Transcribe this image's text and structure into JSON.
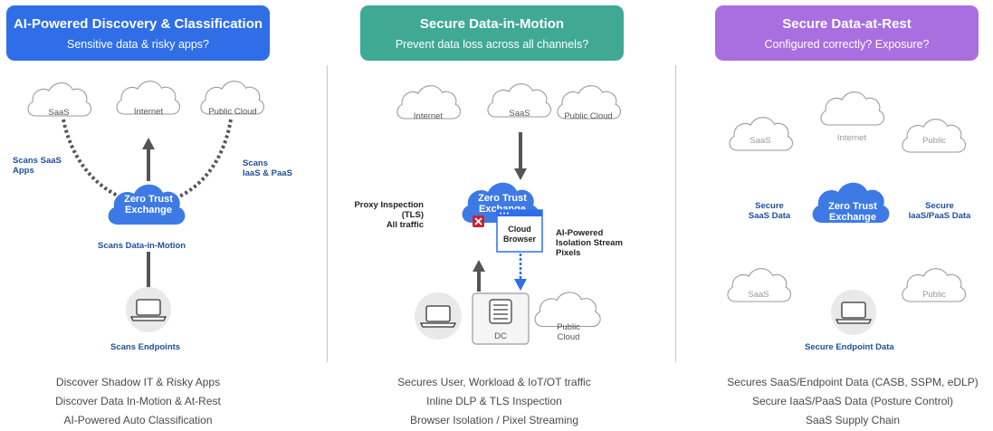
{
  "panels": [
    {
      "title": "AI-Powered Discovery & Classification",
      "subtitle": "Sensitive data & risky apps?",
      "clouds": [
        "SaaS",
        "Internet",
        "Public Cloud"
      ],
      "hub_line1": "Zero Trust",
      "hub_line2": "Exchange",
      "labels": {
        "scans_saas": "Scans SaaS\nApps",
        "scans_iaas": "Scans\nIaaS & PaaS",
        "scans_motion": "Scans Data-in-Motion",
        "scans_endpoints": "Scans Endpoints"
      },
      "footer": [
        "Discover Shadow IT & Risky Apps",
        "Discover Data In-Motion & At-Rest",
        "AI-Powered Auto Classification"
      ]
    },
    {
      "title": "Secure Data-in-Motion",
      "subtitle": "Prevent data loss across all channels?",
      "clouds": [
        "Internet",
        "SaaS",
        "Public Cloud"
      ],
      "hub_line1": "Zero Trust",
      "hub_line2": "Exchange",
      "labels": {
        "proxy": "Proxy Inspection\n(TLS)\nAll traffic",
        "isolation": "AI-Powered\nIsolation Stream\nPixels",
        "browser": "Cloud\nBrowser",
        "dc": "DC",
        "public_cloud_bottom": "Public\nCloud"
      },
      "footer": [
        "Secures User, Workload & IoT/OT traffic",
        "Inline DLP & TLS Inspection",
        "Browser Isolation / Pixel Streaming"
      ]
    },
    {
      "title": "Secure Data-at-Rest",
      "subtitle": "Configured correctly? Exposure?",
      "clouds": [
        "Internet",
        "SaaS",
        "Public",
        "SaaS",
        "Public"
      ],
      "hub_line1": "Zero Trust",
      "hub_line2": "Exchange",
      "labels": {
        "secure_saas": "Secure\nSaaS Data",
        "secure_iaas": "Secure\nIaaS/PaaS Data",
        "secure_endpoint": "Secure Endpoint Data"
      },
      "footer": [
        "Secures SaaS/Endpoint Data (CASB, SSPM, eDLP)",
        "Secure IaaS/PaaS Data (Posture Control)",
        "SaaS Supply Chain"
      ]
    }
  ],
  "colors": {
    "panel1": "#2f6ee7",
    "panel2": "#3fa994",
    "panel3": "#a96fe0",
    "hub": "#3d7ae6",
    "label_blue": "#1e4f9e",
    "arrow_gray": "#555555",
    "arrow_blue": "#2f6ee7",
    "block_red": "#c6232f"
  },
  "icons": [
    "laptop-icon",
    "server-icon",
    "browser-window-icon",
    "block-x-icon",
    "arrow-icon",
    "cloud-icon"
  ]
}
